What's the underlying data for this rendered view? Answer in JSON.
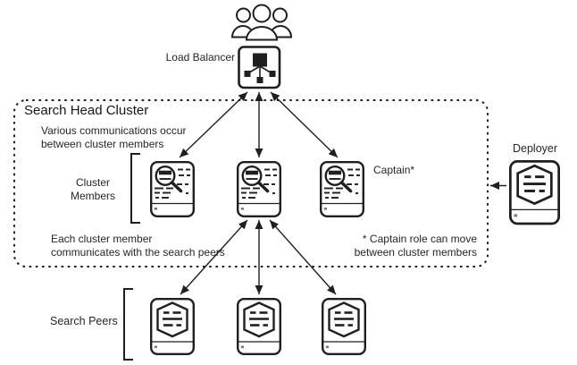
{
  "colors": {
    "ink": "#1f1f1f",
    "text": "#262626",
    "background": "#ffffff"
  },
  "users_group": {
    "icon": "users-icon"
  },
  "load_balancer": {
    "label": "Load Balancer",
    "icon": "load-balancer-icon"
  },
  "search_head_cluster": {
    "title": "Search Head Cluster",
    "note_top": [
      "Various communications occur",
      "between cluster members"
    ],
    "members_label": [
      "Cluster",
      "Members"
    ],
    "captain_label": "Captain*",
    "note_bottom_left": [
      "Each cluster member",
      "communicates with the search peers"
    ],
    "footnote": [
      "* Captain role can move",
      "between cluster members"
    ],
    "members": [
      "search-head-1",
      "search-head-2",
      "search-head-3"
    ]
  },
  "deployer": {
    "label": "Deployer",
    "icon": "indexer-icon"
  },
  "search_peers": {
    "label": "Search Peers",
    "peers": [
      "search-peer-1",
      "search-peer-2",
      "search-peer-3"
    ]
  }
}
